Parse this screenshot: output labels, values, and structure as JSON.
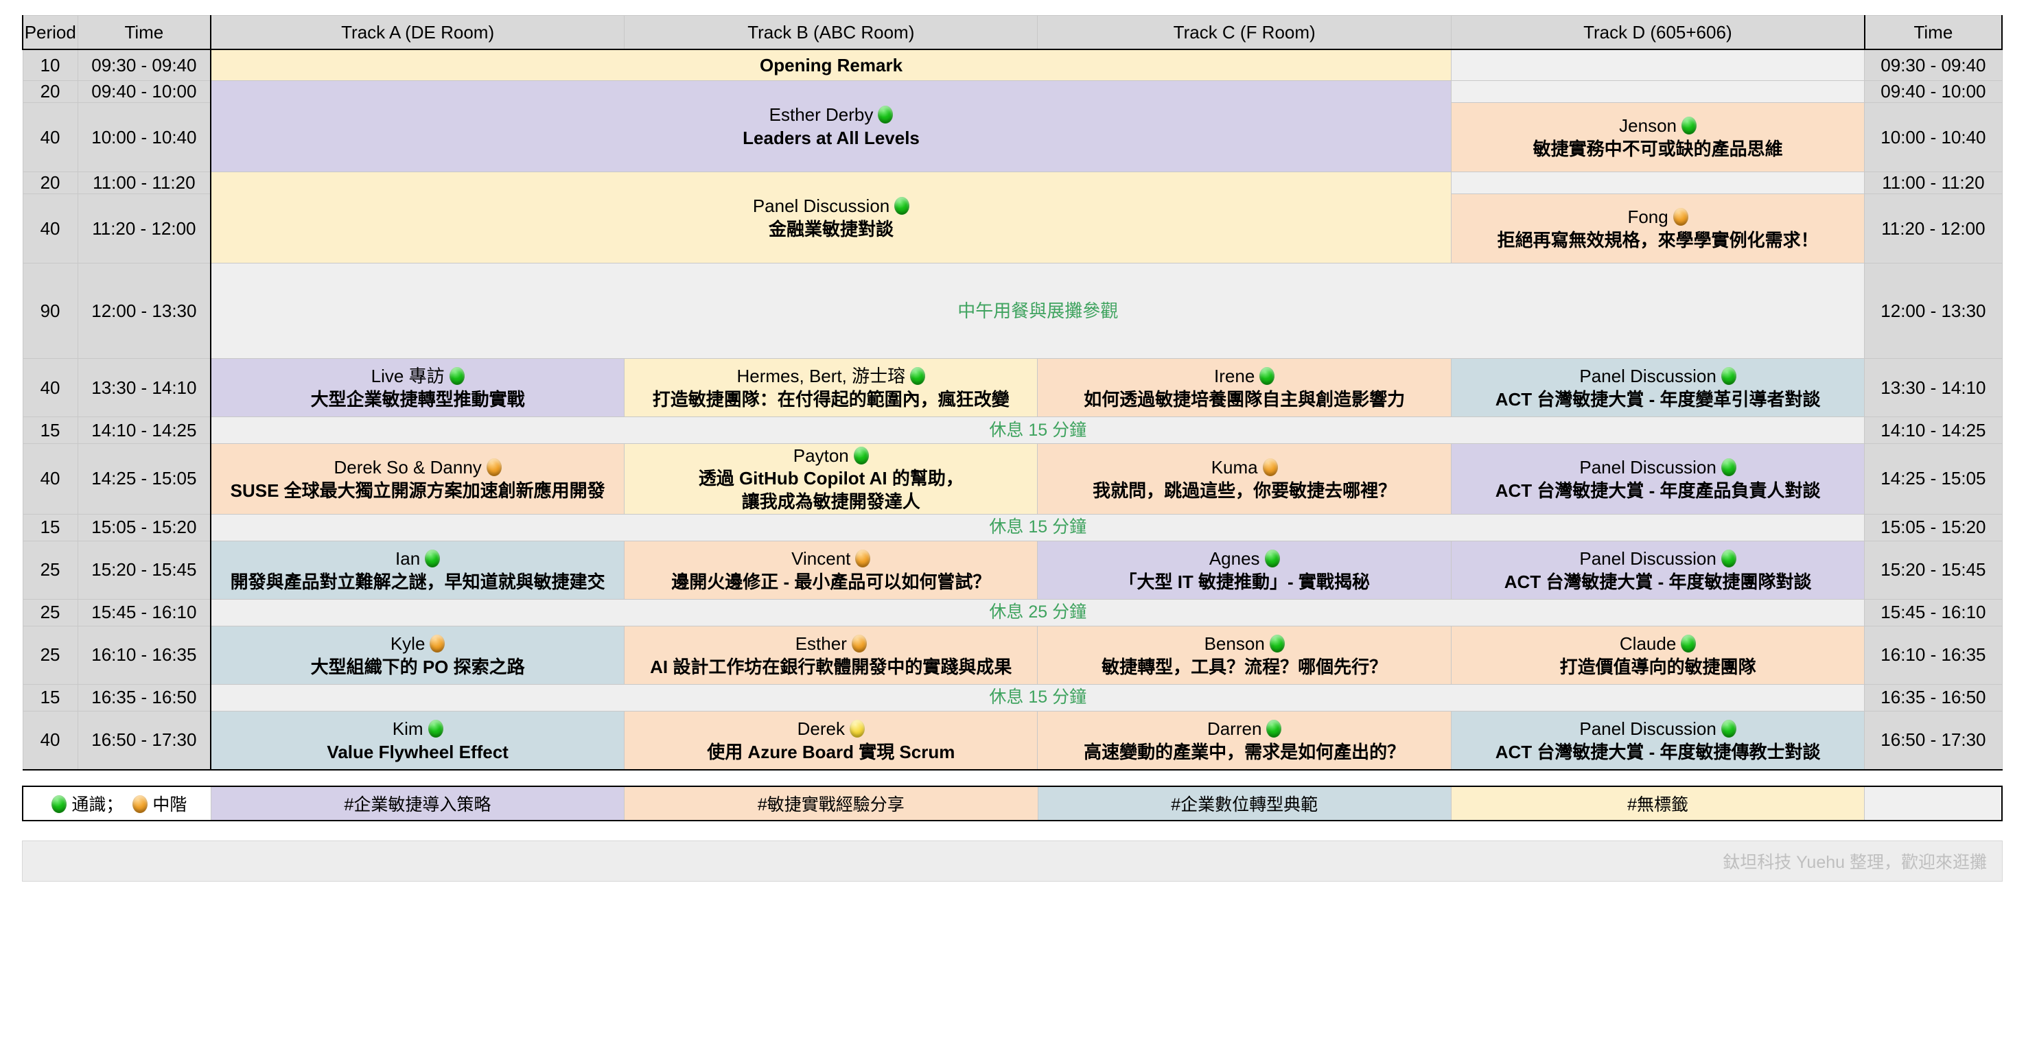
{
  "columns": {
    "period": "Period",
    "time_left": "Time",
    "track_a": "Track A (DE Room)",
    "track_b": "Track B (ABC Room)",
    "track_c": "Track C  (F Room)",
    "track_d": "Track D (605+606)",
    "time_right": "Time"
  },
  "rows": [
    {
      "period": "10",
      "time": "09:30 - 09:40",
      "time_right": "09:30 - 09:40",
      "kind": "wide",
      "span_title": "Opening Remark",
      "span_color": "cream",
      "track_d": {
        "speaker": "",
        "title": "",
        "color": "grey"
      }
    },
    {
      "period": "20",
      "time": "09:40 - 10:00",
      "time_right": "09:40 - 10:00",
      "kind": "keynote-top",
      "color": "purple",
      "track_d": {
        "speaker": "",
        "title": "",
        "color": "grey"
      }
    },
    {
      "period": "40",
      "time": "10:00 - 10:40",
      "time_right": "10:00 - 10:40",
      "kind": "keynote-bottom",
      "color": "purple",
      "keynote": {
        "speaker": "Esther Derby",
        "dot": "green",
        "title": "Leaders at All Levels"
      },
      "track_d": {
        "speaker": "Jenson",
        "dot": "green",
        "title": "敏捷實務中不可或缺的產品思維",
        "color": "peach"
      }
    },
    {
      "period": "20",
      "time": "11:00 - 11:20",
      "time_right": "11:00 - 11:20",
      "kind": "keynote-top",
      "color": "cream",
      "track_d": {
        "speaker": "",
        "title": "",
        "color": "grey"
      }
    },
    {
      "period": "40",
      "time": "11:20 - 12:00",
      "time_right": "11:20 - 12:00",
      "kind": "keynote-bottom",
      "color": "cream",
      "keynote": {
        "speaker": "Panel Discussion",
        "dot": "green",
        "title": "金融業敏捷對談"
      },
      "track_d": {
        "speaker": "Fong",
        "dot": "orange",
        "title": "拒絕再寫無效規格，來學學實例化需求！",
        "color": "peach"
      }
    },
    {
      "period": "90",
      "time": "12:00 - 13:30",
      "time_right": "12:00 - 13:30",
      "kind": "full-break",
      "label": "中午用餐與展攤參觀",
      "color": "lgrey",
      "tall": true
    },
    {
      "period": "40",
      "time": "13:30 - 14:10",
      "time_right": "13:30 - 14:10",
      "kind": "sessions",
      "a": {
        "speaker": "Live 專訪",
        "dot": "green",
        "title": "大型企業敏捷轉型推動實戰",
        "color": "purple"
      },
      "b": {
        "speaker": "Hermes, Bert, 游士瑢",
        "dot": "green",
        "title": "打造敏捷團隊：在付得起的範圍內，瘋狂改變",
        "color": "cream"
      },
      "c": {
        "speaker": "Irene",
        "dot": "green",
        "title": "如何透過敏捷培養團隊自主與創造影響力",
        "color": "peach"
      },
      "d": {
        "speaker": "Panel Discussion",
        "dot": "green",
        "title": "ACT 台灣敏捷大賞 - 年度變革引導者對談",
        "color": "blue"
      }
    },
    {
      "period": "15",
      "time": "14:10 - 14:25",
      "time_right": "14:10 - 14:25",
      "kind": "full-break",
      "label": "休息 15 分鐘",
      "color": "lgrey"
    },
    {
      "period": "40",
      "time": "14:25 - 15:05",
      "time_right": "14:25 - 15:05",
      "kind": "sessions",
      "a": {
        "speaker": "Derek So & Danny",
        "dot": "orange",
        "title": "SUSE 全球最大獨立開源方案加速創新應用開發",
        "color": "peach"
      },
      "b": {
        "speaker": "Payton",
        "dot": "green",
        "title": "透過 GitHub Copilot AI 的幫助，\n讓我成為敏捷開發達人",
        "color": "cream"
      },
      "c": {
        "speaker": "Kuma",
        "dot": "orange",
        "title": "我就問，跳過這些，你要敏捷去哪裡？",
        "color": "peach"
      },
      "d": {
        "speaker": "Panel Discussion",
        "dot": "green",
        "title": "ACT 台灣敏捷大賞 - 年度產品負責人對談",
        "color": "purple"
      }
    },
    {
      "period": "15",
      "time": "15:05 - 15:20",
      "time_right": "15:05 - 15:20",
      "kind": "full-break",
      "label": "休息 15 分鐘",
      "color": "lgrey"
    },
    {
      "period": "25",
      "time": "15:20 - 15:45",
      "time_right": "15:20 - 15:45",
      "kind": "sessions",
      "a": {
        "speaker": "Ian",
        "dot": "green",
        "title": "開發與產品對立難解之謎，早知道就與敏捷建交",
        "color": "blue"
      },
      "b": {
        "speaker": "Vincent",
        "dot": "orange",
        "title": "邊開火邊修正 - 最小產品可以如何嘗試？",
        "color": "peach"
      },
      "c": {
        "speaker": "Agnes",
        "dot": "green",
        "title": "「大型 IT 敏捷推動」- 實戰揭秘",
        "color": "purple"
      },
      "d": {
        "speaker": "Panel Discussion",
        "dot": "green",
        "title": "ACT 台灣敏捷大賞 - 年度敏捷團隊對談",
        "color": "purple"
      }
    },
    {
      "period": "25",
      "time": "15:45 - 16:10",
      "time_right": "15:45 - 16:10",
      "kind": "full-break",
      "label": "休息 25 分鐘",
      "color": "lgrey"
    },
    {
      "period": "25",
      "time": "16:10 - 16:35",
      "time_right": "16:10 - 16:35",
      "kind": "sessions",
      "a": {
        "speaker": "Kyle",
        "dot": "orange",
        "title": "大型組織下的 PO 探索之路",
        "color": "blue"
      },
      "b": {
        "speaker": "Esther",
        "dot": "orange",
        "title": "AI 設計工作坊在銀行軟體開發中的實踐與成果",
        "color": "peach"
      },
      "c": {
        "speaker": "Benson",
        "dot": "green",
        "title": "敏捷轉型，工具？流程？哪個先行？",
        "color": "peach"
      },
      "d": {
        "speaker": "Claude",
        "dot": "green",
        "title": "打造價值導向的敏捷團隊",
        "color": "peach"
      }
    },
    {
      "period": "15",
      "time": "16:35 - 16:50",
      "time_right": "16:35 - 16:50",
      "kind": "full-break",
      "label": "休息 15 分鐘",
      "color": "lgrey"
    },
    {
      "period": "40",
      "time": "16:50 - 17:30",
      "time_right": "16:50 - 17:30",
      "kind": "sessions",
      "a": {
        "speaker": "Kim",
        "dot": "green",
        "title": "Value Flywheel Effect",
        "color": "blue"
      },
      "b": {
        "speaker": "Derek",
        "dot": "yellow",
        "title": "使用 Azure Board 實現 Scrum",
        "color": "peach"
      },
      "c": {
        "speaker": "Darren",
        "dot": "green",
        "title": "高速變動的產業中，需求是如何產出的？",
        "color": "peach"
      },
      "d": {
        "speaker": "Panel Discussion",
        "dot": "green",
        "title": "ACT 台灣敏捷大賞 - 年度敏捷傳教士對談",
        "color": "blue"
      }
    }
  ],
  "legend": {
    "level_general": "通識；",
    "level_intermediate": "中階",
    "tags": [
      {
        "label": "#企業敏捷導入策略",
        "color": "purple"
      },
      {
        "label": "#敏捷實戰經驗分享",
        "color": "peach"
      },
      {
        "label": "#企業數位轉型典範",
        "color": "blue"
      },
      {
        "label": "#無標籤",
        "color": "cream"
      }
    ]
  },
  "footer": {
    "credit": "鈦坦科技 Yuehu 整理，歡迎來逛攤"
  },
  "colors": {
    "purple": "#d5d0e8",
    "cream": "#fdf0cb",
    "peach": "#fbdfc6",
    "blue": "#ccdce2",
    "grey": "#f0f0f0",
    "break_text": "#3fa35f",
    "header_bg": "#d9d9d9"
  }
}
